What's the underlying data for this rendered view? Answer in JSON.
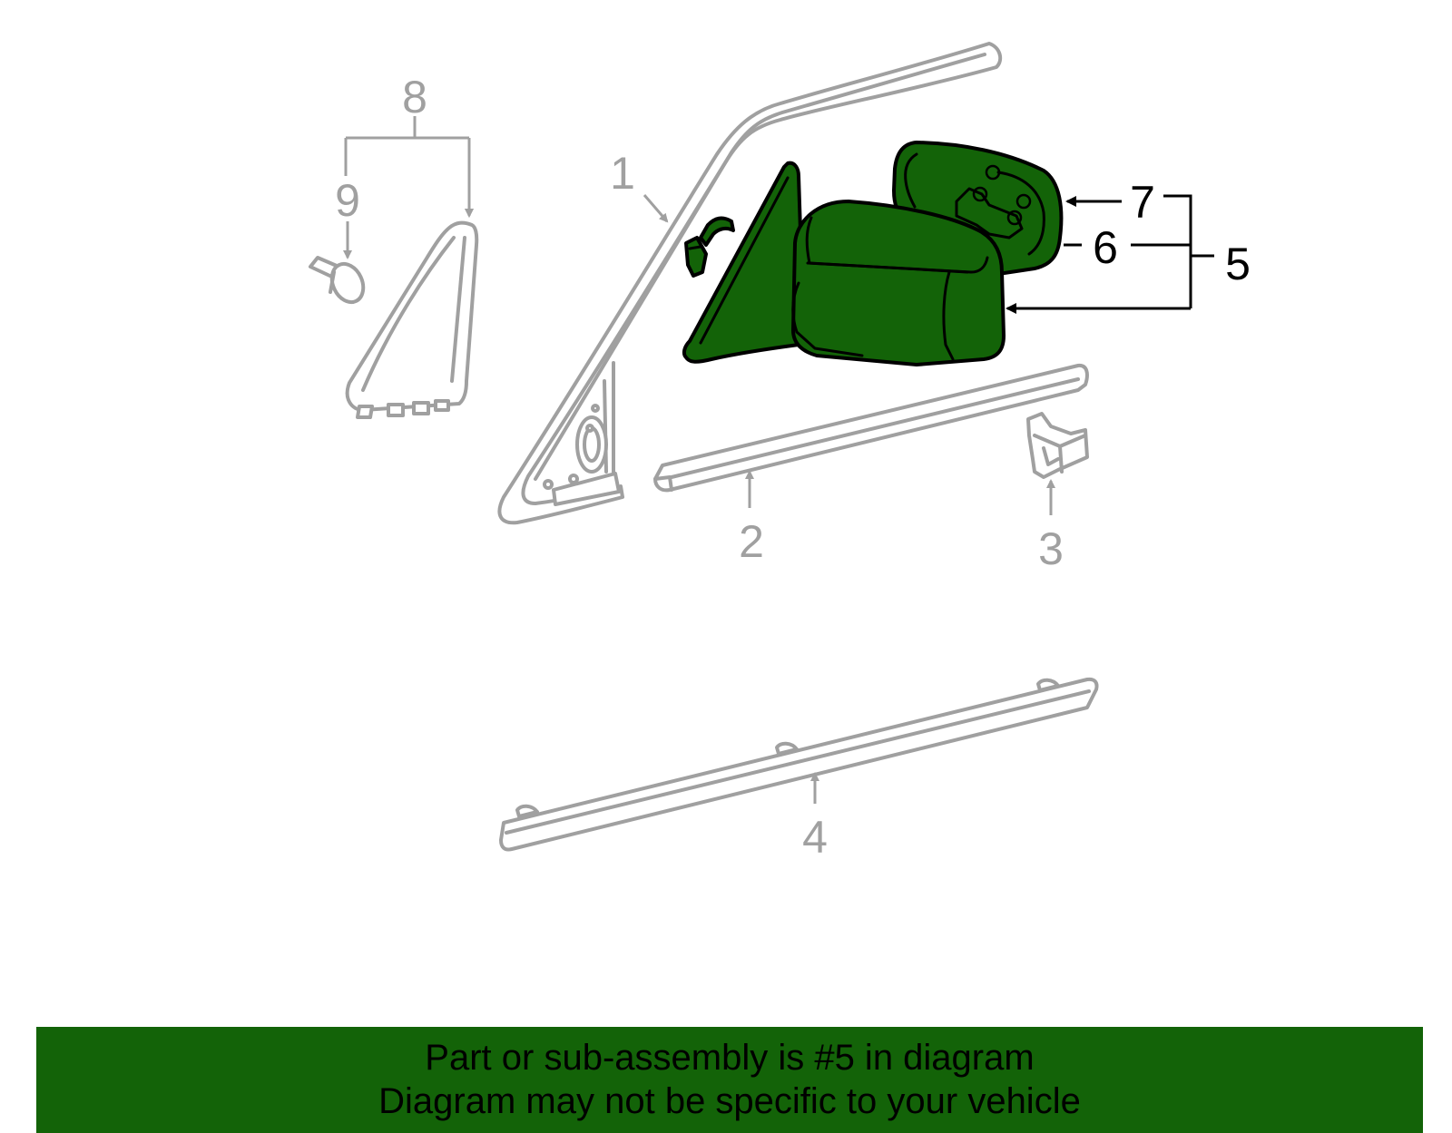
{
  "callouts": {
    "c1": "1",
    "c2": "2",
    "c3": "3",
    "c4": "4",
    "c5": "5",
    "c6": "6",
    "c7": "7",
    "c8": "8",
    "c9": "9"
  },
  "banner": {
    "line1": "Part or sub-assembly is #5 in diagram",
    "line2": "Diagram may not be specific to your vehicle"
  },
  "colors": {
    "highlight": "#136308",
    "ghost": "#a0a0a0"
  }
}
